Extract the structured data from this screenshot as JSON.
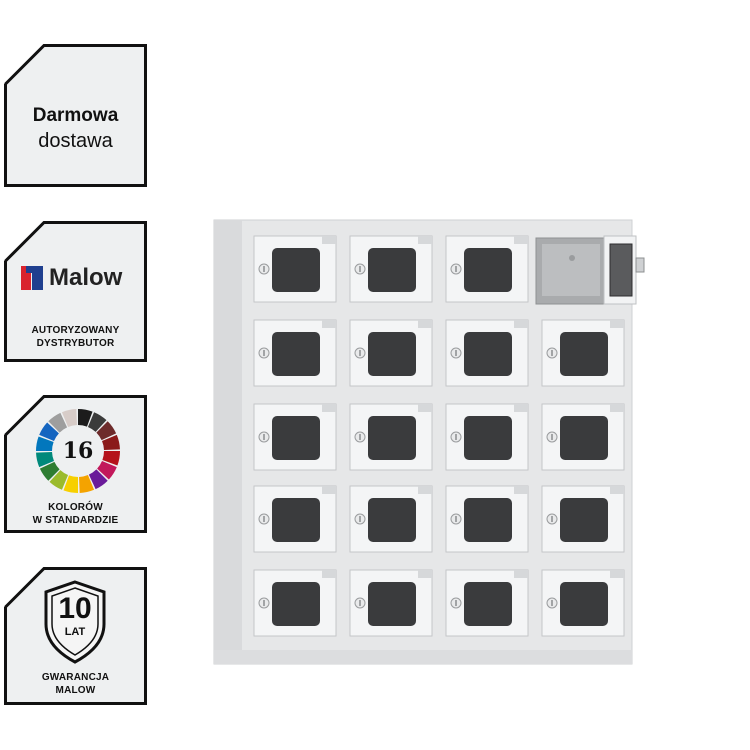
{
  "badges": {
    "delivery": {
      "line1": "Darmowa",
      "line2": "dostawa"
    },
    "distributor": {
      "brand": "Malow",
      "line1": "AUTORYZOWANY",
      "line2": "DYSTRYBUTOR"
    },
    "colors": {
      "count": "16",
      "line1": "KOLORÓW",
      "line2": "W STANDARDZIE"
    },
    "warranty": {
      "years": "10",
      "unit": "LAT",
      "line1": "GWARANCJA",
      "line2": "MALOW"
    }
  },
  "colors": {
    "brand_red": "#d9232d",
    "brand_blue": "#1f3f8f",
    "locker_body": "#e6e7e8",
    "door_glass": "#3a3b3d",
    "palette": [
      "#1c1c1c",
      "#3b3b3b",
      "#6d2b2b",
      "#8b1a1a",
      "#b5121b",
      "#c2185b",
      "#6a1b9a",
      "#f4a300",
      "#f7d000",
      "#9bbb2c",
      "#2e7d32",
      "#00897b",
      "#0277bd",
      "#1565c0",
      "#9e9e9e",
      "#d7ccc8"
    ]
  },
  "product": {
    "name": "locker cabinet",
    "rows": 5,
    "columns": 4,
    "open_door": "top-right"
  }
}
